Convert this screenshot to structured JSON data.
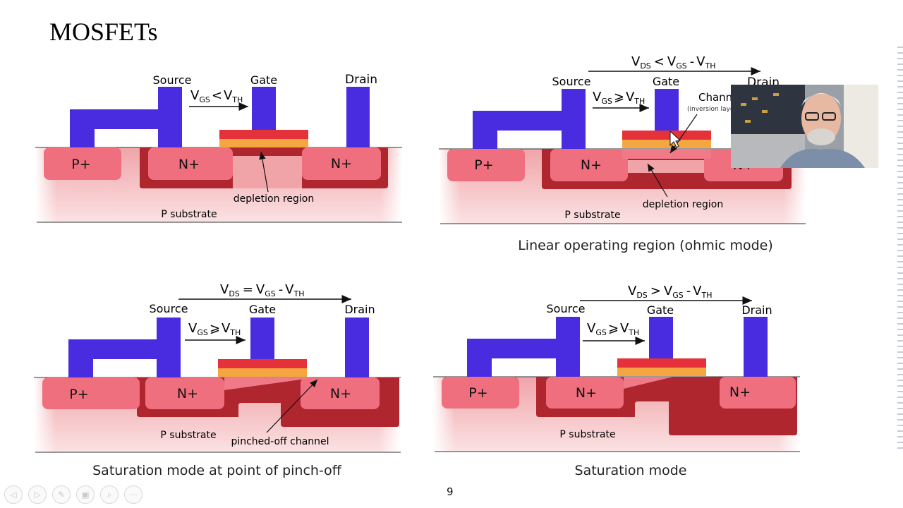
{
  "slide": {
    "title": "MOSFETs",
    "page_number": "9"
  },
  "labels": {
    "source": "Source",
    "gate": "Gate",
    "drain": "Drain",
    "p_plus": "P+",
    "n_plus": "N+",
    "p_substrate": "P substrate",
    "depletion_region": "depletion region",
    "pinched_off_channel": "pinched-off channel",
    "channel": "Channel",
    "inversion_layer": "(inversion layer)",
    "v": "V",
    "ds": "DS",
    "gs": "GS",
    "th": "TH",
    "minus": "-",
    "lt": "<",
    "gte": "⩾",
    "eq": "=",
    "gt": ">"
  },
  "captions": {
    "linear": "Linear operating region (ohmic mode)",
    "pinchoff": "Saturation mode at point of pinch-off",
    "saturation": "Saturation mode"
  },
  "toolbar": [
    "◁",
    "▷",
    "✎",
    "▣",
    "⌕",
    "⋯"
  ],
  "colors": {
    "metal": "#4a2ce0",
    "n_plus": "#ef6f7f",
    "p_plus": "#ef6f7f",
    "depletion": "#b0262e",
    "oxide": "#f6a640",
    "gate_poly": "#e5313a"
  }
}
